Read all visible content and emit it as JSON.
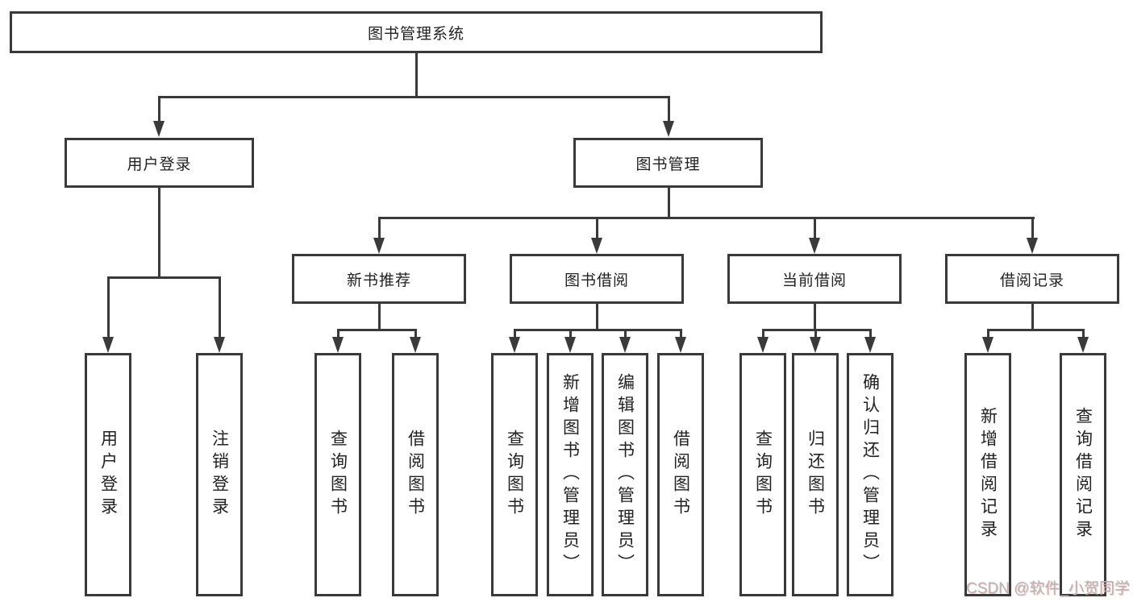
{
  "diagram": {
    "title": "图书管理系统",
    "branches": [
      {
        "label": "用户登录",
        "children": [
          {
            "label": "用户登录"
          },
          {
            "label": "注销登录"
          }
        ]
      },
      {
        "label": "图书管理",
        "children": [
          {
            "label": "新书推荐",
            "children": [
              {
                "label": "查询图书"
              },
              {
                "label": "借阅图书"
              }
            ]
          },
          {
            "label": "图书借阅",
            "children": [
              {
                "label": "查询图书"
              },
              {
                "label": "新增图书（管理员）"
              },
              {
                "label": "编辑图书（管理员）"
              },
              {
                "label": "借阅图书"
              }
            ]
          },
          {
            "label": "当前借阅",
            "children": [
              {
                "label": "查询图书"
              },
              {
                "label": "归还图书"
              },
              {
                "label": "确认归还（管理员）"
              }
            ]
          },
          {
            "label": "借阅记录",
            "children": [
              {
                "label": "新增借阅记录"
              },
              {
                "label": "查询借阅记录"
              }
            ]
          }
        ]
      }
    ]
  },
  "watermark": {
    "text": "CSDN @软件_小贺同学"
  },
  "colors": {
    "line": "#3a3a3a",
    "box_background": "#ffffff",
    "text": "#222222",
    "watermark": "#b9b5b5"
  }
}
